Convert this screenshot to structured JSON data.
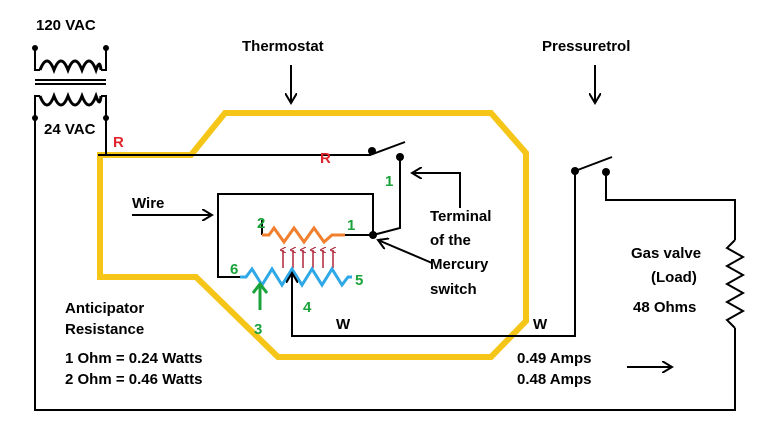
{
  "labels": {
    "supply_120": "120 VAC",
    "supply_24": "24 VAC",
    "thermostat": "Thermostat",
    "pressuretrol": "Pressuretrol",
    "wire": "Wire",
    "terminal_line1": "Terminal",
    "terminal_line2": "of the",
    "terminal_line3": "Mercury",
    "terminal_line4": "switch",
    "gas_valve_line1": "Gas valve",
    "gas_valve_line2": "(Load)",
    "gas_valve_line3": "48 Ohms",
    "anticipator_line1": "Anticipator",
    "anticipator_line2": "Resistance",
    "ohm_1": "1 Ohm = 0.24 Watts",
    "ohm_2": "2 Ohm = 0.46 Watts",
    "amps_1": "0.49 Amps",
    "amps_2": "0.48 Amps",
    "r_left": "R",
    "r_switch": "R",
    "w_left": "W",
    "w_right": "W",
    "num_1_top": "1",
    "num_1_switch": "1",
    "num_2": "2",
    "num_3": "3",
    "num_4": "4",
    "num_5": "5",
    "num_6": "6"
  },
  "colors": {
    "wire": "#000000",
    "thermostat_outline": "#f5c518",
    "coil_top": "#f07f2e",
    "coil_bottom": "#2ea8e6",
    "heat_arrows": "#b0263a",
    "terminal_label": "#e0262c",
    "terminal_number": "#1aa33a"
  }
}
